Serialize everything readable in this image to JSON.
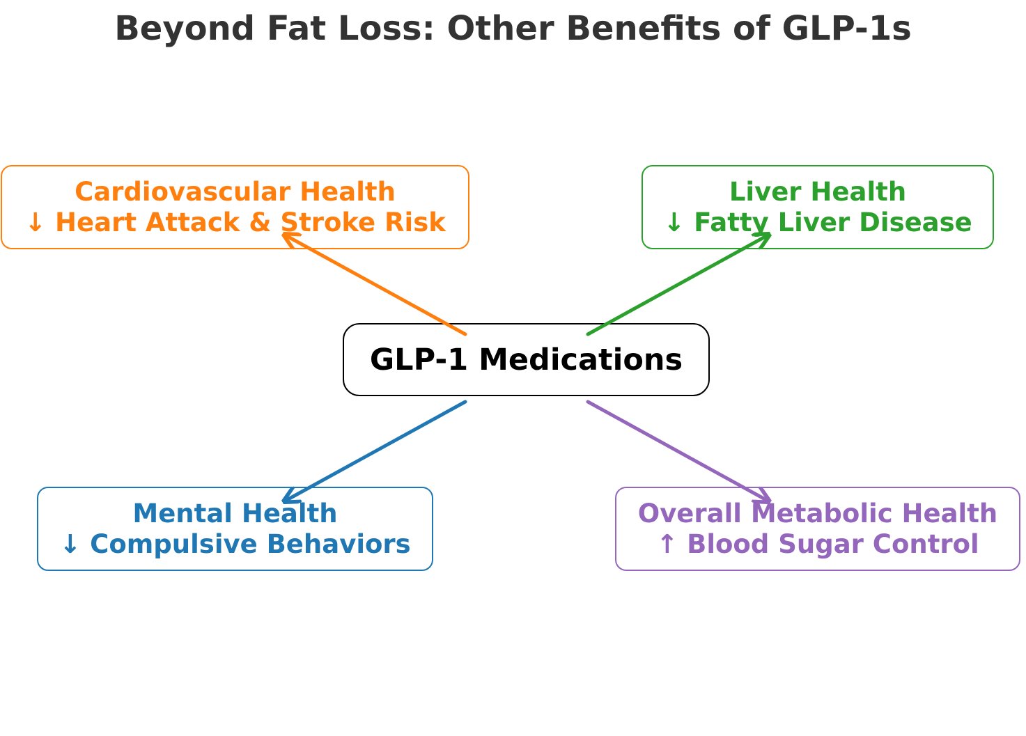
{
  "title": "Beyond Fat Loss: Other Benefits of GLP-1s",
  "center": {
    "label": "GLP-1 Medications",
    "color": "#000000"
  },
  "benefits": [
    {
      "title": "Cardiovascular Health",
      "detail": "↓ Heart Attack & Stroke Risk",
      "color": "#ff7f0e"
    },
    {
      "title": "Liver Health",
      "detail": "↓ Fatty Liver Disease",
      "color": "#2ca02c"
    },
    {
      "title": "Mental Health",
      "detail": "↓ Compulsive Behaviors",
      "color": "#1f77b4"
    },
    {
      "title": "Overall Metabolic Health",
      "detail": "↑ Blood Sugar Control",
      "color": "#9467bd"
    }
  ],
  "title_color": "#333333"
}
